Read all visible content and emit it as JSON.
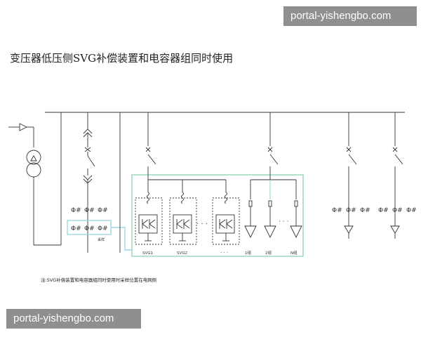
{
  "watermark": "portal-yishengbo.com",
  "title": "变压器低压侧SVG补偿装置和电容器组同时使用",
  "note": "注:SVG补偿装置和电容器组同时使用时采样位置在电网侧",
  "labels": {
    "svg1": "SVG1",
    "svg2": "SVG2",
    "svg_dots": "· · ·",
    "cap1": "1组",
    "cap2": "2组",
    "capn": "N组",
    "ct_caption": "采样",
    "ct_symbol": "Φ#"
  },
  "colors": {
    "line": "#333333",
    "highlight": "#7fd3a8",
    "ct_box": "#8fd0e0"
  }
}
